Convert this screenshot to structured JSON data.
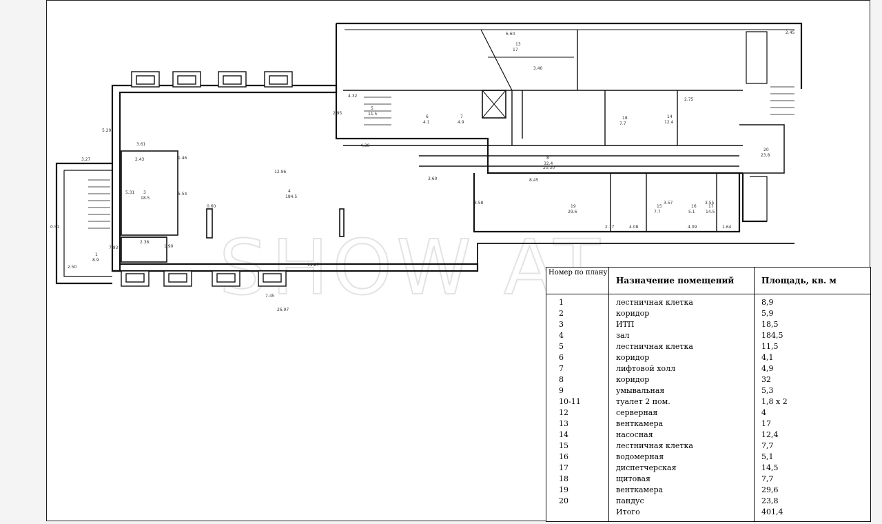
{
  "watermark": "SHOW AT",
  "plan": {
    "room_labels": [
      {
        "num": "1",
        "area": "8.9"
      },
      {
        "num": "3",
        "area": "18.5"
      },
      {
        "num": "4",
        "area": "184.5"
      },
      {
        "num": "5",
        "area": "11.5"
      },
      {
        "num": "6",
        "area": "4.1"
      },
      {
        "num": "7",
        "area": "4.9"
      },
      {
        "num": "8",
        "area": "32.4"
      },
      {
        "num": "13",
        "area": "17"
      },
      {
        "num": "14",
        "area": "12.4"
      },
      {
        "num": "15",
        "area": "7.7"
      },
      {
        "num": "16",
        "area": "5.1"
      },
      {
        "num": "17",
        "area": "14.5"
      },
      {
        "num": "18",
        "area": "7.7"
      },
      {
        "num": "19",
        "area": "29.6"
      },
      {
        "num": "20",
        "area": "23.8"
      }
    ],
    "dimensions": [
      "6.60",
      "3.40",
      "2.45",
      "5.20",
      "3.27",
      "3.61",
      "2.43",
      "5.31",
      "5.54",
      "12.96",
      "0.60",
      "19.27",
      "26.97",
      "4.32",
      "4.30",
      "8.45",
      "20.30",
      "3.60",
      "3.58",
      "4.08",
      "4.09",
      "2.17",
      "1.64",
      "3.55",
      "3.57",
      "2.75",
      "2.95",
      "7.45",
      "1.90",
      "2.36",
      "2.50",
      "0.51",
      "1.46",
      "7.93"
    ]
  },
  "legend": {
    "header": {
      "num": "Номер по плану",
      "purpose": "Назначение помещений",
      "area": "Площадь, кв. м"
    },
    "rows": [
      {
        "num": "1",
        "name": "лестничная клетка",
        "area": "8,9"
      },
      {
        "num": "2",
        "name": "коридор",
        "area": "5,9"
      },
      {
        "num": "3",
        "name": "ИТП",
        "area": "18,5"
      },
      {
        "num": "4",
        "name": "зал",
        "area": "184,5"
      },
      {
        "num": "5",
        "name": "лестничная клетка",
        "area": "11,5"
      },
      {
        "num": "6",
        "name": "коридор",
        "area": "4,1"
      },
      {
        "num": "7",
        "name": "лифтовой холл",
        "area": "4,9"
      },
      {
        "num": "8",
        "name": "коридор",
        "area": "32"
      },
      {
        "num": "9",
        "name": "умывальная",
        "area": "5,3"
      },
      {
        "num": "10-11",
        "name": "туалет 2 пом.",
        "area": "1,8 х 2"
      },
      {
        "num": "12",
        "name": "серверная",
        "area": "4"
      },
      {
        "num": "13",
        "name": "венткамера",
        "area": "17"
      },
      {
        "num": "14",
        "name": "насосная",
        "area": "12,4"
      },
      {
        "num": "15",
        "name": "лестничная клетка",
        "area": "7,7"
      },
      {
        "num": "16",
        "name": "водомерная",
        "area": "5,1"
      },
      {
        "num": "17",
        "name": "диспетчерская",
        "area": "14,5"
      },
      {
        "num": "18",
        "name": "щитовая",
        "area": "7,7"
      },
      {
        "num": "19",
        "name": "венткамера",
        "area": "29,6"
      },
      {
        "num": "20",
        "name": "пандус",
        "area": "23,8"
      }
    ],
    "total": {
      "name": "Итого",
      "area": "401,4"
    }
  }
}
